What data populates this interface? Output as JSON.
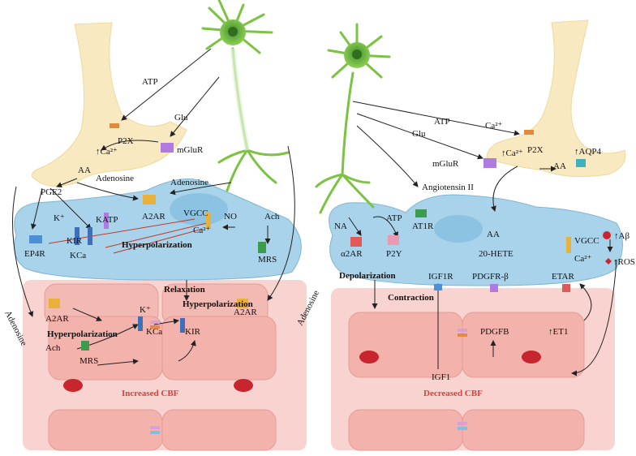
{
  "left_panel": {
    "neuron_labels": {
      "atp": "ATP",
      "glu": "Glu",
      "adenosine_upper": "Adenosine",
      "no": "NO",
      "ach": "Ach"
    },
    "astrocyte_labels": {
      "p2x": "P2X",
      "ca": "↑Ca²⁺",
      "mglur": "mGluR",
      "aa": "AA",
      "pge2": "PGE2",
      "adenosine": "Adenosine"
    },
    "smc_labels": {
      "k_plus": "K⁺",
      "katp": "KATP",
      "kir": "KIR",
      "a2ar": "A2AR",
      "vgcc": "VGCC",
      "ca": "Ca²⁺",
      "ep4r": "EP4R",
      "kca": "KCa",
      "mrs": "MRS",
      "hyperpolarization": "Hyperpolarization",
      "relaxation": "Relaxation"
    },
    "endo_labels": {
      "adenosine_left": "Adenosine",
      "adenosine_right": "Adenosine",
      "a2ar_left": "A2AR",
      "a2ar_right": "A2AR",
      "hyper_left": "Hyperpolarization",
      "hyper_right": "Hyperpolarization",
      "k_plus": "K⁺",
      "kca": "KCa",
      "kir": "KIR",
      "ach": "Ach",
      "mrs": "MRS",
      "outcome": "Increased CBF"
    }
  },
  "right_panel": {
    "neuron_labels": {
      "atp_top": "ATP",
      "glu": "Glu",
      "angiotensin": "Angiotensin II",
      "na": "NA",
      "atp_low": "ATP"
    },
    "astrocyte_labels": {
      "ca_top": "Ca²⁺",
      "p2x": "P2X",
      "ca": "↑Ca²⁺",
      "aqp4": "↑AQP4",
      "mglur": "mGluR",
      "aa": "AA"
    },
    "smc_labels": {
      "at1r": "AT1R",
      "a2ar": "α2AR",
      "p2y": "P2Y",
      "aa": "AA",
      "hete": "20-HETE",
      "vgcc": "VGCC",
      "ca": "Ca²⁺",
      "depolarization": "Depolarization",
      "contraction": "Contraction"
    },
    "endo_labels": {
      "igf1r": "IGF1R",
      "pdgfrb": "PDGFR-β",
      "etar": "ETAR",
      "pdgfb": "PDGFB",
      "et1": "↑ET1",
      "igf1": "IGF1",
      "outcome": "Decreased CBF"
    },
    "side_labels": {
      "abeta": "↑Aβ",
      "ros": "↑ROS"
    }
  },
  "colors": {
    "astrocyte": "#f9e9c1",
    "neuron": "#7cc243",
    "smc": "#a9d3ea",
    "endothelium": "#f6c8c4",
    "endo_border": "#e79c95",
    "rbc": "#c8262f",
    "accent_red": "#d9423c"
  }
}
